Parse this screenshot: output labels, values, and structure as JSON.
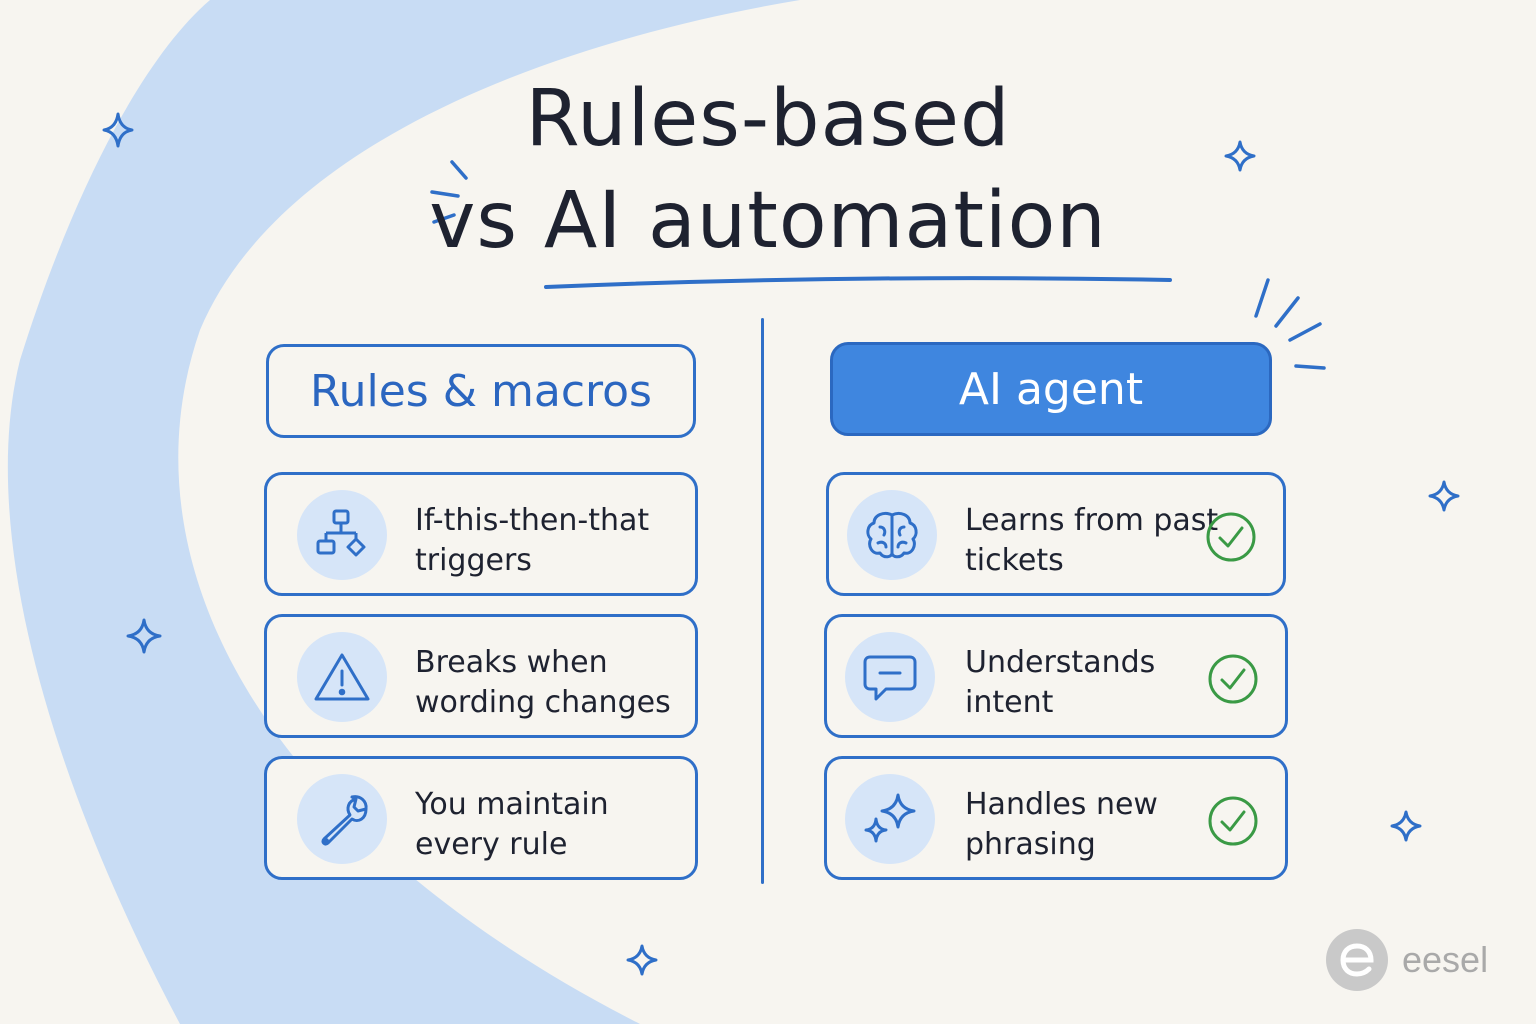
{
  "title": {
    "line1": "Rules-based",
    "line2": "vs AI automation"
  },
  "left_column": {
    "heading": "Rules & macros",
    "items": [
      {
        "icon": "flowchart-icon",
        "label": "If-this-then-that triggers"
      },
      {
        "icon": "warning-icon",
        "label": "Breaks when wording changes"
      },
      {
        "icon": "wrench-icon",
        "label": "You maintain every rule"
      }
    ]
  },
  "right_column": {
    "heading": "AI agent",
    "items": [
      {
        "icon": "brain-icon",
        "label": "Learns from past tickets",
        "check": "check-circle-icon"
      },
      {
        "icon": "chat-bubble-icon",
        "label": "Understands intent",
        "check": "check-circle-icon"
      },
      {
        "icon": "sparkles-icon",
        "label": "Handles new phrasing",
        "check": "check-circle-icon"
      }
    ]
  },
  "brand": {
    "name": "eesel",
    "logo_letter": "e"
  },
  "colors": {
    "background": "#f7f5f0",
    "accent_blue": "#2f6fc8",
    "ai_fill": "#3f86df",
    "swoosh": "#c8dcf4",
    "icon_bg": "#d6e5f8",
    "check_green": "#3a9a45",
    "brand_gray": "#a9a9a9"
  }
}
